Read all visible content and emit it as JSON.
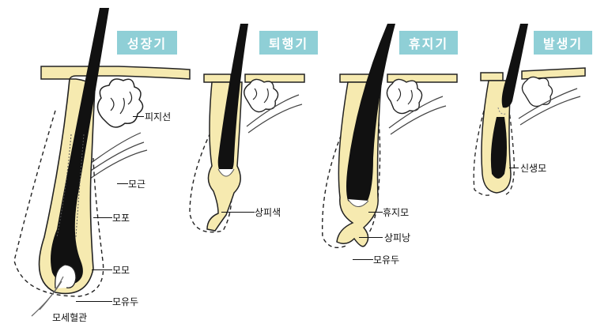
{
  "stages": [
    {
      "id": "anagen",
      "title": "성장기"
    },
    {
      "id": "catagen",
      "title": "퇴행기"
    },
    {
      "id": "telogen",
      "title": "휴지기"
    },
    {
      "id": "early-anagen",
      "title": "발생기"
    }
  ],
  "labels": {
    "sebaceous_gland": "피지선",
    "hair_root": "모근",
    "follicle": "모포",
    "hair_bulb": "모모",
    "dermal_papilla": "모유두",
    "capillary": "모세혈관",
    "epithelial_strand": "상피색",
    "club_hair": "휴지모",
    "epithelial_sac": "상피낭",
    "dermal_papilla_telogen": "모유두",
    "new_hair": "신생모"
  },
  "colors": {
    "skin": "#f6eab0",
    "hair": "#111111",
    "tag_bg": "#8fcfd6",
    "tag_text": "#ffffff",
    "outline": "#222222"
  }
}
